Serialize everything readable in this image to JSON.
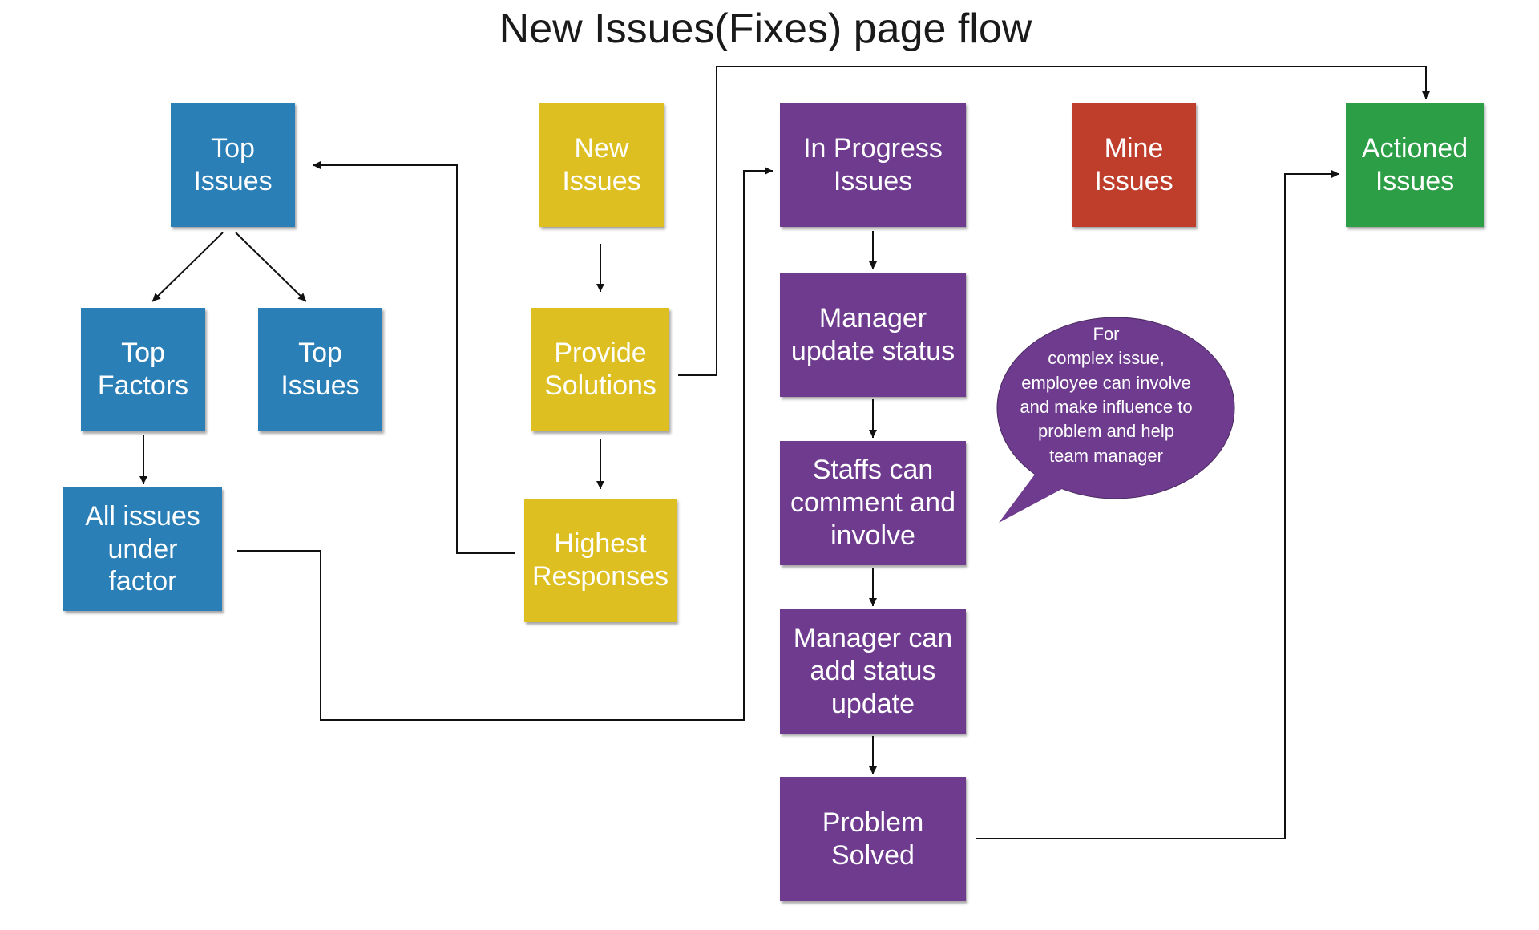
{
  "title": "New Issues(Fixes) page flow",
  "nodes": {
    "top_issues_main": "Top\nIssues",
    "top_factors": "Top\nFactors",
    "top_issues_sub": "Top\nIssues",
    "all_issues_under_factor": "All issues\nunder\nfactor",
    "new_issues": "New\nIssues",
    "provide_solutions": "Provide\nSolutions",
    "highest_responses": "Highest\nResponses",
    "in_progress_issues": "In Progress\nIssues",
    "manager_update_status": "Manager\nupdate status",
    "staffs_can_comment": "Staffs can\ncomment and\ninvolve",
    "manager_add_status": "Manager can\nadd status\nupdate",
    "problem_solved": "Problem\nSolved",
    "mine_issues": "Mine\nIssues",
    "actioned_issues": "Actioned\nIssues"
  },
  "callout": "For\ncomplex issue,\nemployee can involve\nand make influence to\nproblem and help\nteam manager",
  "colors": {
    "blue": "#2a7fb7",
    "yellow": "#ddbf22",
    "purple": "#6e3b8e",
    "red": "#be3d2b",
    "green": "#2c9f46",
    "connector": "#111111"
  }
}
